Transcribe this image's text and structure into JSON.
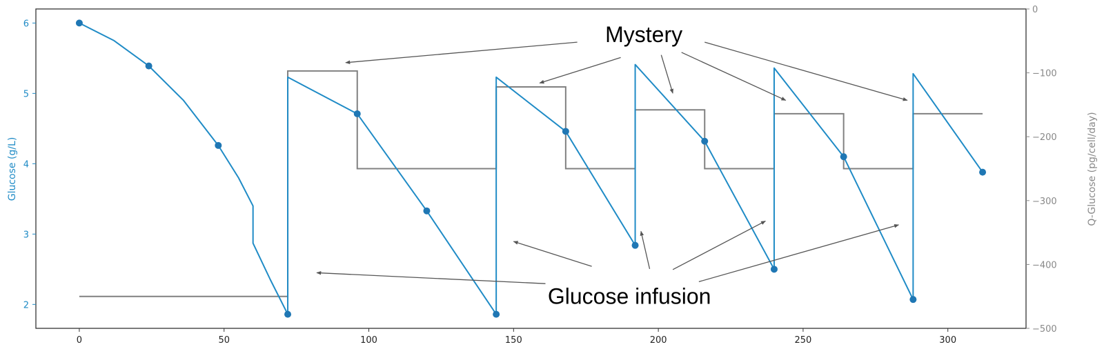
{
  "chart_data": {
    "type": "line",
    "title": "",
    "xlabel": "",
    "x_ticks": [
      0,
      50,
      100,
      150,
      200,
      250,
      300
    ],
    "xlim": [
      -15,
      327
    ],
    "y_left": {
      "label": "Glucose (g/L)",
      "ticks": [
        2,
        3,
        4,
        5,
        6
      ],
      "lim": [
        1.66,
        6.2
      ],
      "color": "#1f8bc6"
    },
    "y_right": {
      "label": "Q-Glucose (pg/cell/day)",
      "ticks": [
        0,
        -100,
        -200,
        -300,
        -400,
        -500
      ],
      "lim": [
        -500,
        0
      ],
      "color": "#888888"
    },
    "grid": false,
    "series": [
      {
        "axis": "left",
        "kind": "glucose-line",
        "color": "#1f8bc6",
        "segments": [
          [
            [
              0,
              6.0
            ],
            [
              12,
              5.75
            ],
            [
              24,
              5.39
            ],
            [
              36,
              4.9
            ],
            [
              48,
              4.26
            ],
            [
              55,
              3.8
            ],
            [
              60,
              3.4
            ],
            [
              60,
              2.87
            ],
            [
              66,
              2.35
            ],
            [
              72,
              1.86
            ]
          ],
          [
            [
              72,
              1.86
            ],
            [
              72,
              5.23
            ],
            [
              96,
              4.71
            ],
            [
              120,
              3.33
            ],
            [
              144,
              1.86
            ]
          ],
          [
            [
              144,
              1.86
            ],
            [
              144,
              5.23
            ],
            [
              168,
              4.46
            ],
            [
              192,
              2.84
            ]
          ],
          [
            [
              192,
              2.84
            ],
            [
              192,
              5.41
            ],
            [
              216,
              4.32
            ],
            [
              240,
              2.5
            ]
          ],
          [
            [
              240,
              2.5
            ],
            [
              240,
              5.36
            ],
            [
              264,
              4.1
            ],
            [
              288,
              2.07
            ]
          ],
          [
            [
              288,
              2.07
            ],
            [
              288,
              5.28
            ],
            [
              312,
              3.88
            ]
          ]
        ],
        "markers": [
          [
            0,
            6.0
          ],
          [
            24,
            5.39
          ],
          [
            48,
            4.26
          ],
          [
            72,
            1.86
          ],
          [
            96,
            4.71
          ],
          [
            120,
            3.33
          ],
          [
            144,
            1.86
          ],
          [
            168,
            4.46
          ],
          [
            192,
            2.84
          ],
          [
            216,
            4.32
          ],
          [
            240,
            2.5
          ],
          [
            264,
            4.1
          ],
          [
            288,
            2.07
          ],
          [
            312,
            3.88
          ]
        ]
      },
      {
        "axis": "right",
        "kind": "step",
        "color": "#808080",
        "points": [
          [
            0,
            -450
          ],
          [
            72,
            -450
          ],
          [
            72,
            -97
          ],
          [
            96,
            -97
          ],
          [
            96,
            -250
          ],
          [
            144,
            -250
          ],
          [
            144,
            -122
          ],
          [
            168,
            -122
          ],
          [
            168,
            -250
          ],
          [
            192,
            -250
          ],
          [
            192,
            -158
          ],
          [
            216,
            -158
          ],
          [
            216,
            -250
          ],
          [
            240,
            -250
          ],
          [
            240,
            -164
          ],
          [
            264,
            -164
          ],
          [
            264,
            -250
          ],
          [
            288,
            -250
          ],
          [
            288,
            -164
          ],
          [
            312,
            -164
          ]
        ]
      }
    ],
    "annotations": [
      {
        "text": "Mystery",
        "text_at": [
          195,
          -40
        ],
        "arrow_tails": [
          [
            172,
            -52
          ],
          [
            187,
            -76
          ],
          [
            201,
            -72
          ],
          [
            208,
            -68
          ],
          [
            216,
            -52
          ]
        ],
        "arrow_heads": [
          [
            92,
            -84
          ],
          [
            159,
            -116
          ],
          [
            205,
            -132
          ],
          [
            244,
            -143
          ],
          [
            286,
            -143
          ]
        ]
      },
      {
        "text": "Glucose infusion",
        "text_at": [
          190,
          -450
        ],
        "arrow_tails": [
          [
            161,
            -430
          ],
          [
            177,
            -403
          ],
          [
            197,
            -407
          ],
          [
            205,
            -408
          ],
          [
            214,
            -427
          ]
        ],
        "arrow_heads": [
          [
            82,
            -413
          ],
          [
            150,
            -364
          ],
          [
            194,
            -348
          ],
          [
            237,
            -332
          ],
          [
            283,
            -338
          ]
        ]
      }
    ]
  }
}
